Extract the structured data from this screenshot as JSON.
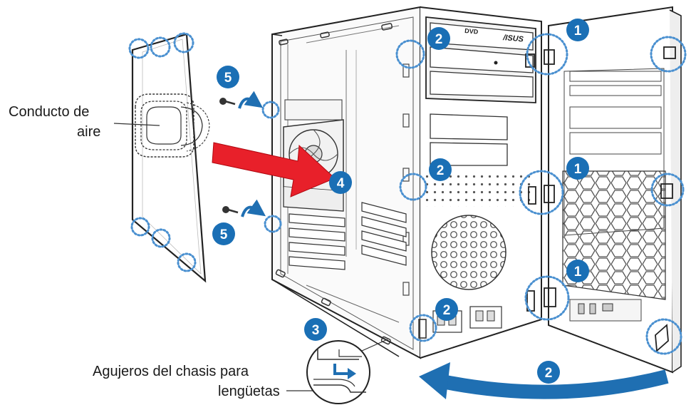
{
  "labels": {
    "air_duct_line1": "Conducto de",
    "air_duct_line2": "aire",
    "tab_holes_line1": "Agujeros del chasis para",
    "tab_holes_line2": "lengüetas"
  },
  "drive_brand": "/ISUS",
  "steps": {
    "s1a": "1",
    "s1b": "1",
    "s1c": "1",
    "s2a": "2",
    "s2b": "2",
    "s2c": "2",
    "s2d": "2",
    "s3": "3",
    "s4": "4",
    "s5a": "5",
    "s5b": "5"
  },
  "colors": {
    "badge": "#1a6fb5",
    "callout_dots": "#4a90d0",
    "arrow_red": "#e8202a",
    "arrow_blue": "#1f6fb2",
    "line": "#333333"
  },
  "icons": [
    "screw-icon",
    "curved-arrow-icon",
    "right-arrow-icon",
    "rotate-arrow-icon"
  ]
}
